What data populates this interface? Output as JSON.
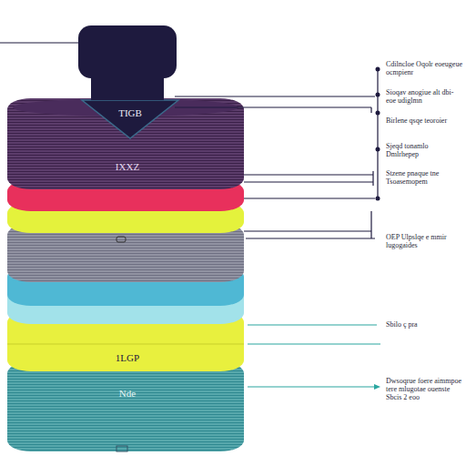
{
  "diagram": {
    "nodes": [
      {
        "text": [
          "TIGB"
        ]
      },
      {
        "text": [
          "IXXZ"
        ]
      },
      {
        "text": [
          "1LGP"
        ]
      },
      {
        "text": [
          "Nde"
        ]
      }
    ],
    "edges": [],
    "labels": [
      "Cdilncloe Oqolr eoeugeue ocmpienr",
      "Sioqav anogiue alt dbi-eoe udiglmn",
      "Birlene qsqe teoroier",
      "Sjeqd tonamlo Dmlrhepep",
      "Stzene pnaque tne Tsoasemopem",
      "OEP Ulpslqe e mmir lugogaides",
      "Sbilo ç pra",
      "Dwsoqrue foere aimmpoe tere mlugotae ouenste Sbcis 2 eoo"
    ]
  }
}
